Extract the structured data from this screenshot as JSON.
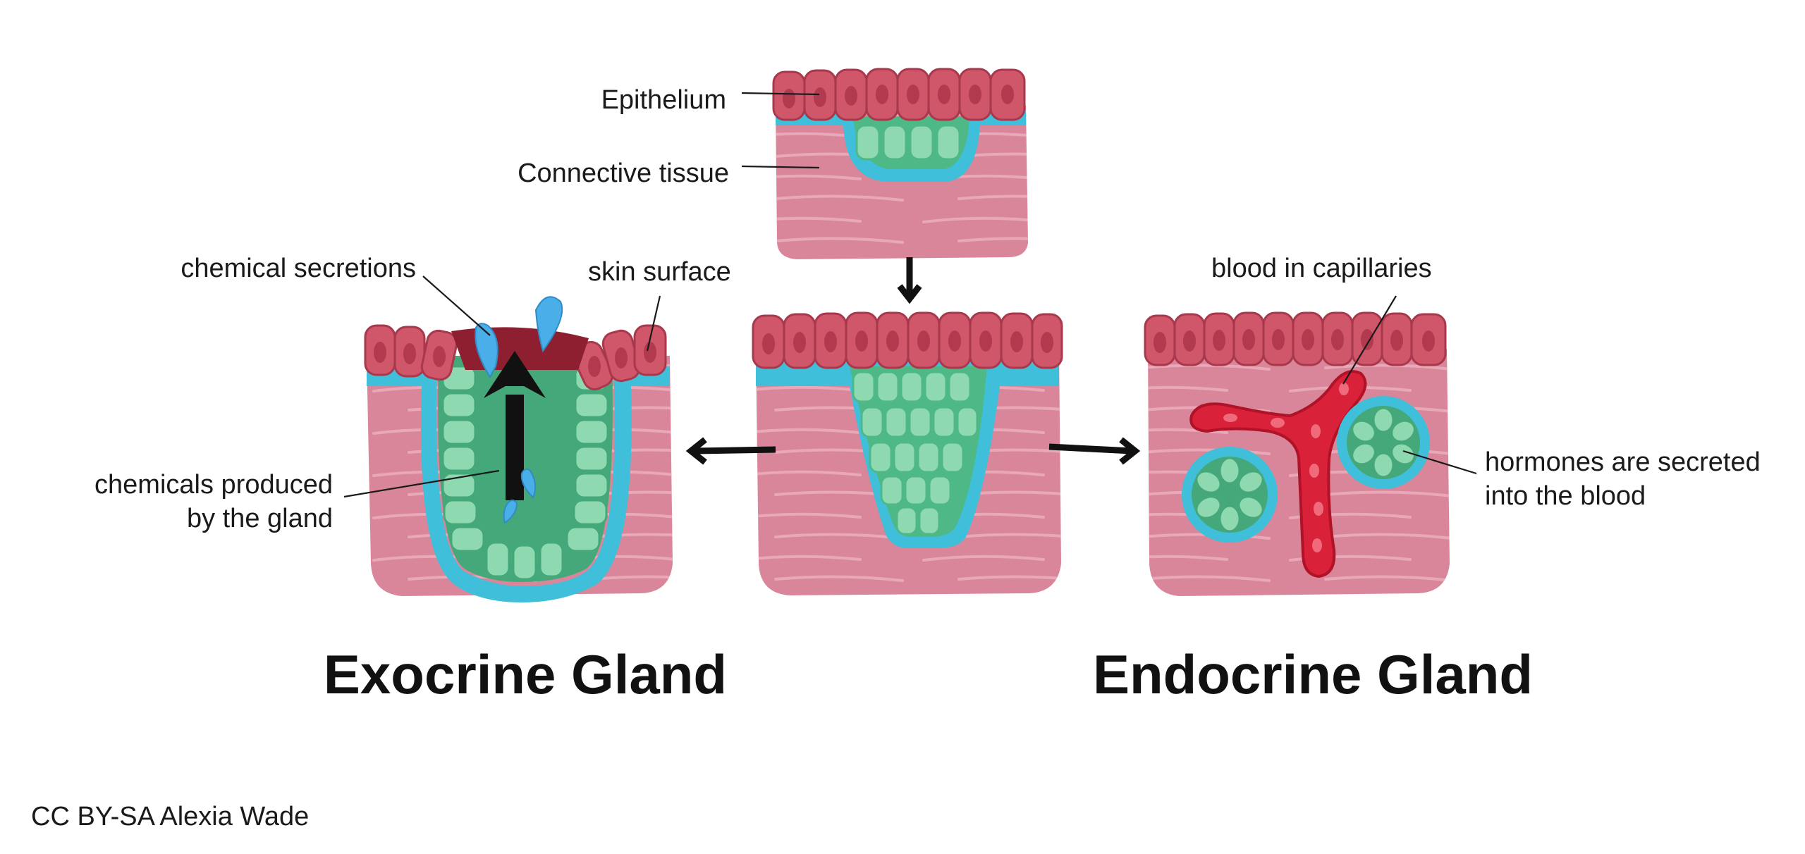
{
  "labels": {
    "epithelium": "Epithelium",
    "connective_tissue": "Connective tissue",
    "chemical_secretions": "chemical secretions",
    "skin_surface": "skin surface",
    "chemicals_produced_line1": "chemicals produced",
    "chemicals_produced_line2": "by the gland",
    "blood_in_capillaries": "blood in capillaries",
    "hormones_line1": "hormones are secreted",
    "hormones_line2": "into the blood"
  },
  "titles": {
    "exocrine": "Exocrine Gland",
    "endocrine": "Endocrine Gland"
  },
  "credit": "CC BY-SA Alexia Wade",
  "colors": {
    "epithelium_cell": "#d0566a",
    "epithelium_cell_dark": "#a8384c",
    "nucleus": "#b23a4f",
    "connective_tissue": "#d9869a",
    "connective_streak": "#e9a8b8",
    "basement_membrane": "#3fbfd9",
    "gland_cell": "#8fd9b0",
    "gland_lumen": "#45a87a",
    "secretion": "#4aaee8",
    "blood": "#d9213a",
    "blood_dark": "#b01228"
  }
}
